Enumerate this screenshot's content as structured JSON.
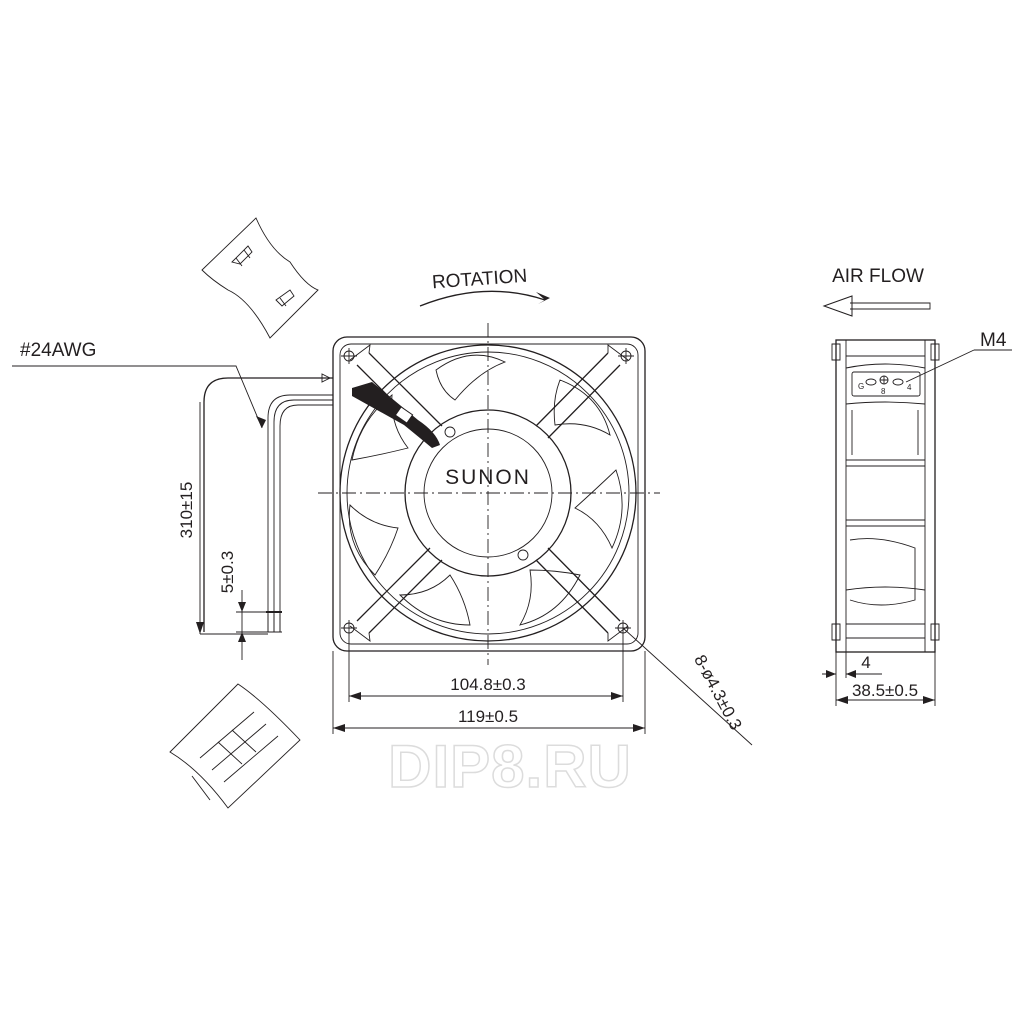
{
  "labels": {
    "rotation": "ROTATION",
    "air_flow": "AIR FLOW",
    "brand": "SUNON",
    "wire_gauge": "#24AWG",
    "thread": "M4",
    "terminal_g": "G",
    "terminal_8": "8",
    "terminal_4": "4"
  },
  "dimensions": {
    "lead_length": "310±15",
    "strip_length": "5±0.3",
    "hole_pitch": "104.8±0.3",
    "frame_width": "119±0.5",
    "mounting_holes": "8-ø4.3±0.3",
    "flange": "4",
    "depth": "38.5±0.5"
  },
  "watermark": "DIP8.RU",
  "icons": {
    "rotation_arrow": "curved-arrow-clockwise",
    "airflow_arrow": "arrow-left",
    "ground_symbol": "ground-icon"
  }
}
